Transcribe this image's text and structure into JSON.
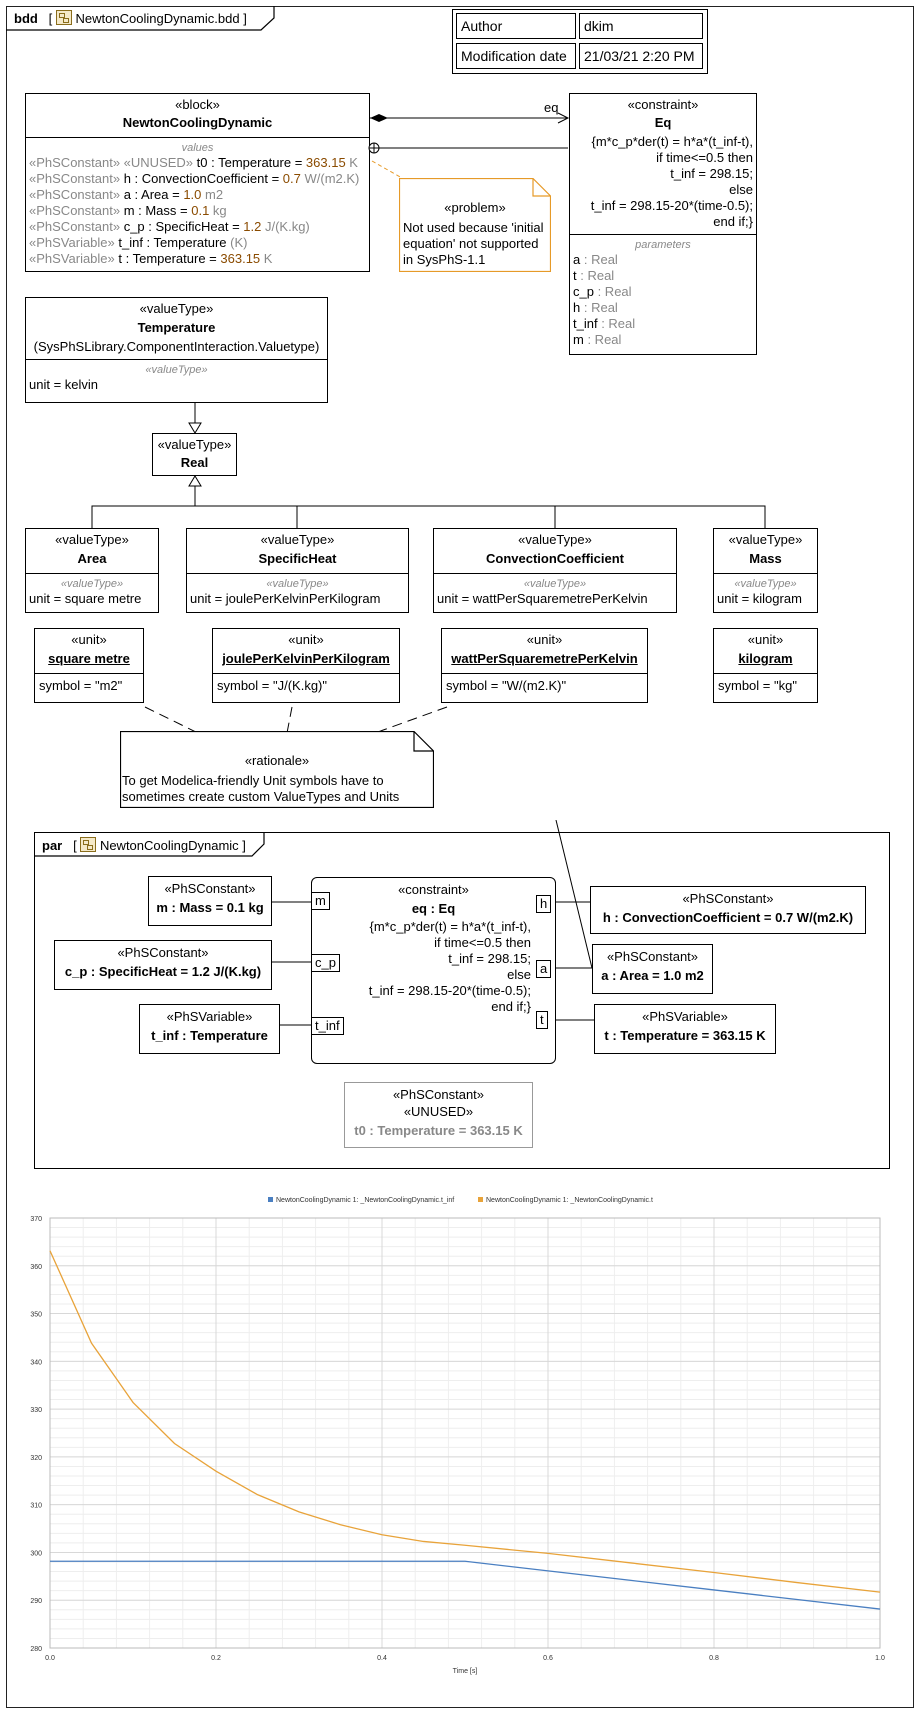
{
  "bdd": {
    "frame_kind": "bdd",
    "frame_name": "NewtonCoolingDynamic.bdd",
    "author_label": "Author",
    "author_value": "dkim",
    "moddate_label": "Modification date",
    "moddate_value": "21/03/21 2:20 PM",
    "block": {
      "stereotype": "«block»",
      "name": "NewtonCoolingDynamic",
      "compartment": "values",
      "props": [
        {
          "st": "«PhSConstant» «UNUSED»",
          "nm": "t0 : Temperature = ",
          "val": "363.15",
          "unit": " K"
        },
        {
          "st": "«PhSConstant»",
          "nm": "h : ConvectionCoefficient = ",
          "val": "0.7",
          "unit": " W/(m2.K)"
        },
        {
          "st": "«PhSConstant»",
          "nm": "a : Area = ",
          "val": "1.0",
          "unit": " m2"
        },
        {
          "st": "«PhSConstant»",
          "nm": "m : Mass = ",
          "val": "0.1",
          "unit": " kg"
        },
        {
          "st": "«PhSConstant»",
          "nm": "c_p : SpecificHeat = ",
          "val": "1.2",
          "unit": " J/(K.kg)"
        },
        {
          "st": "«PhSVariable»",
          "nm": "t_inf : Temperature",
          "val": "",
          "unit": " (K)"
        },
        {
          "st": "«PhSVariable»",
          "nm": "t : Temperature = ",
          "val": "363.15",
          "unit": " K"
        }
      ]
    },
    "assoc_label": "eq",
    "constraint": {
      "stereotype": "«constraint»",
      "name": "Eq",
      "body": [
        "{m*c_p*der(t) = h*a*(t_inf-t),",
        "if time<=0.5 then",
        "t_inf = 298.15;",
        "else",
        "t_inf = 298.15-20*(time-0.5);",
        "end if;}"
      ],
      "compartment": "parameters",
      "params": [
        {
          "nm": "a",
          "ty": " : Real"
        },
        {
          "nm": "t",
          "ty": " : Real"
        },
        {
          "nm": "c_p",
          "ty": " : Real"
        },
        {
          "nm": "h",
          "ty": " : Real"
        },
        {
          "nm": "t_inf",
          "ty": " : Real"
        },
        {
          "nm": "m",
          "ty": " : Real"
        }
      ]
    },
    "problem": {
      "stereotype": "«problem»",
      "lines": [
        "Not used because 'initial",
        "equation' not supported",
        "in SysPhS-1.1"
      ]
    },
    "temperature": {
      "stereotype": "«valueType»",
      "name": "Temperature",
      "qualifier": "(SysPhSLibrary.ComponentInteraction.Valuetype)",
      "compartment": "«valueType»",
      "unit": "unit = kelvin"
    },
    "real": {
      "stereotype": "«valueType»",
      "name": "Real"
    },
    "valuetypes": [
      {
        "stereotype": "«valueType»",
        "name": "Area",
        "compartment": "«valueType»",
        "unit": "unit = square metre"
      },
      {
        "stereotype": "«valueType»",
        "name": "SpecificHeat",
        "compartment": "«valueType»",
        "unit": "unit = joulePerKelvinPerKilogram"
      },
      {
        "stereotype": "«valueType»",
        "name": "ConvectionCoefficient",
        "compartment": "«valueType»",
        "unit": "unit = wattPerSquaremetrePerKelvin"
      },
      {
        "stereotype": "«valueType»",
        "name": "Mass",
        "compartment": "«valueType»",
        "unit": "unit = kilogram"
      }
    ],
    "units": [
      {
        "stereotype": "«unit»",
        "name": "square metre",
        "symbol": "symbol = \"m2\""
      },
      {
        "stereotype": "«unit»",
        "name": "joulePerKelvinPerKilogram",
        "symbol": "symbol = \"J/(K.kg)\""
      },
      {
        "stereotype": "«unit»",
        "name": "wattPerSquaremetrePerKelvin",
        "symbol": "symbol = \"W/(m2.K)\""
      },
      {
        "stereotype": "«unit»",
        "name": "kilogram",
        "symbol": "symbol = \"kg\""
      }
    ],
    "rationale": {
      "stereotype": "«rationale»",
      "lines": [
        "To get Modelica-friendly Unit symbols have to",
        "sometimes create custom ValueTypes and Units"
      ]
    }
  },
  "par": {
    "frame_kind": "par",
    "frame_name": "NewtonCoolingDynamic",
    "constraint": {
      "stereotype": "«constraint»",
      "name": "eq : Eq",
      "body": [
        "{m*c_p*der(t) = h*a*(t_inf-t),",
        "if time<=0.5 then",
        "t_inf = 298.15;",
        "else",
        "t_inf = 298.15-20*(time-0.5);",
        "end if;}"
      ]
    },
    "ports": {
      "m": "m",
      "c_p": "c_p",
      "t_inf": "t_inf",
      "h": "h",
      "a": "a",
      "t": "t"
    },
    "parts": {
      "m": {
        "stereotype": "«PhSConstant»",
        "label": "m : Mass = 0.1 kg"
      },
      "c_p": {
        "stereotype": "«PhSConstant»",
        "label": "c_p : SpecificHeat = 1.2 J/(K.kg)"
      },
      "t_inf": {
        "stereotype": "«PhSVariable»",
        "label": "t_inf : Temperature"
      },
      "h": {
        "stereotype": "«PhSConstant»",
        "label": "h : ConvectionCoefficient = 0.7 W/(m2.K)"
      },
      "a": {
        "stereotype": "«PhSConstant»",
        "label": "a : Area = 1.0 m2"
      },
      "t": {
        "stereotype": "«PhSVariable»",
        "label": "t : Temperature = 363.15 K"
      },
      "t0": {
        "stereotype1": "«PhSConstant»",
        "stereotype2": "«UNUSED»",
        "label": "t0 : Temperature = 363.15 K"
      }
    }
  },
  "chart_data": {
    "type": "line",
    "title": "",
    "xlabel": "Time [s]",
    "ylabel": "",
    "xlim": [
      0.0,
      1.0
    ],
    "ylim": [
      280,
      370
    ],
    "x_ticks": [
      "0.0",
      "0.2",
      "0.4",
      "0.6",
      "0.8",
      "1.0"
    ],
    "y_ticks": [
      "280",
      "290",
      "300",
      "310",
      "320",
      "330",
      "340",
      "350",
      "360",
      "370"
    ],
    "grid": true,
    "legend": "top-center",
    "colors": {
      "t_inf": "#4a7fc1",
      "t": "#e8a33a"
    },
    "series": [
      {
        "name": "NewtonCoolingDynamic 1: _NewtonCoolingDynamic.t_inf",
        "x": [
          0.0,
          0.5,
          0.6,
          0.7,
          0.8,
          0.9,
          1.0
        ],
        "values": [
          298.15,
          298.15,
          296.15,
          294.15,
          292.15,
          290.15,
          288.15
        ]
      },
      {
        "name": "NewtonCoolingDynamic 1: _NewtonCoolingDynamic.t",
        "x": [
          0.0,
          0.05,
          0.1,
          0.15,
          0.2,
          0.25,
          0.3,
          0.35,
          0.4,
          0.45,
          0.5,
          0.6,
          0.7,
          0.8,
          0.9,
          1.0
        ],
        "values": [
          363.15,
          343.8,
          331.4,
          322.8,
          317.0,
          312.1,
          308.5,
          305.8,
          303.7,
          302.3,
          301.5,
          299.8,
          297.8,
          295.8,
          293.7,
          291.7
        ]
      }
    ]
  }
}
